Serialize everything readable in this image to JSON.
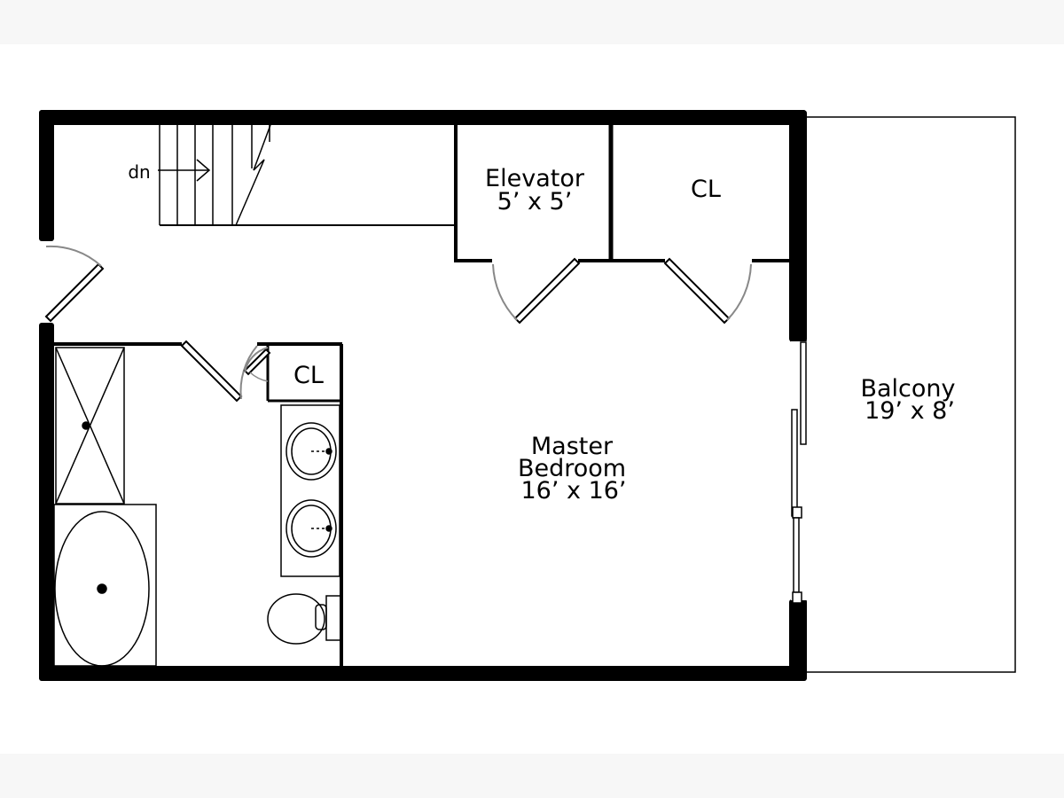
{
  "colors": {
    "page_band": "#f7f7f7",
    "drawing_background": "#ffffff",
    "wall": "#000000",
    "door_arc": "#888888"
  },
  "labels": {
    "stairs": "dn",
    "elevator_name": "Elevator",
    "elevator_size": "5’ x 5’",
    "closet_top": "CL",
    "closet_bath": "CL",
    "bedroom_name_1": "Master",
    "bedroom_name_2": "Bedroom",
    "bedroom_size": "16’ x 16’",
    "balcony_name": "Balcony",
    "balcony_size": "19’ x 8’"
  }
}
